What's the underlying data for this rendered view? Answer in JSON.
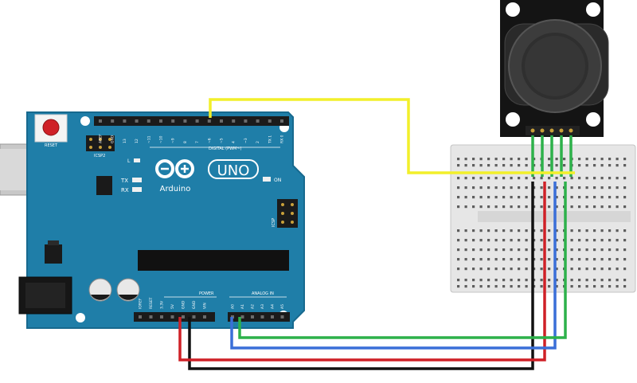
{
  "arduino": {
    "brand": "Arduino",
    "model": "UNO",
    "reset_label": "RESET",
    "icsp_label": "ICSP2",
    "icsp_label_2": "ICSP",
    "tx_label": "TX",
    "rx_label": "RX",
    "l_label": "L",
    "on_label": "ON",
    "digital_label": "DIGITAL (PWM~)",
    "power_label": "POWER",
    "analog_label": "ANALOG IN",
    "digital_pins": [
      "AREF",
      "GND",
      "13",
      "12",
      "~11",
      "~10",
      "~9",
      "8",
      "7",
      "~6",
      "~5",
      "4",
      "~3",
      "2",
      "TX 1",
      "RX 0"
    ],
    "power_pins": [
      "IOREF",
      "RESET",
      "3.3V",
      "5V",
      "GND",
      "GND",
      "VIN"
    ],
    "analog_pins": [
      "A0",
      "A1",
      "A2",
      "A3",
      "A4",
      "A5"
    ]
  },
  "wires": {
    "colors": {
      "yellow": "#f2ef2a",
      "green": "#2db14a",
      "blue": "#3a6fd8",
      "red": "#cf2027",
      "black": "#111111"
    }
  },
  "colors": {
    "board": "#1f7ea8",
    "board_edge": "#17698e",
    "joystick_pcb": "#141414",
    "breadboard": "#e8e8e8",
    "header": "#1b1b1b"
  }
}
